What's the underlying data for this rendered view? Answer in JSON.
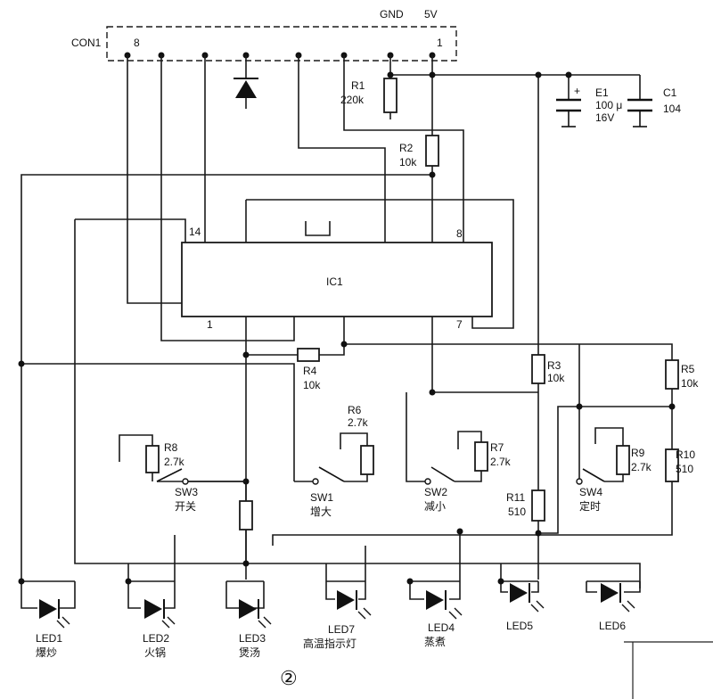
{
  "connector": {
    "name": "CON1",
    "gnd": "GND",
    "vcc": "5V",
    "pin_first": "8",
    "pin_last": "1"
  },
  "ic": {
    "name": "IC1",
    "pin14": "14",
    "pin8": "8",
    "pin1": "1",
    "pin7": "7"
  },
  "capacitors": {
    "e1": {
      "name": "E1",
      "value": "100 μ",
      "voltage": "16V",
      "polarity": "+"
    },
    "c1": {
      "name": "C1",
      "value": "104"
    }
  },
  "resistors": {
    "r1": {
      "name": "R1",
      "value": "220k"
    },
    "r2": {
      "name": "R2",
      "value": "10k"
    },
    "r3": {
      "name": "R3",
      "value": "10k"
    },
    "r4": {
      "name": "R4",
      "value": "10k"
    },
    "r5": {
      "name": "R5",
      "value": "10k"
    },
    "r6": {
      "name": "R6",
      "value": "2.7k"
    },
    "r7": {
      "name": "R7",
      "value": "2.7k"
    },
    "r8": {
      "name": "R8",
      "value": "2.7k"
    },
    "r9": {
      "name": "R9",
      "value": "2.7k"
    },
    "r10": {
      "name": "R10",
      "value": "510"
    },
    "r11": {
      "name": "R11",
      "value": "510"
    }
  },
  "switches": {
    "sw1": {
      "name": "SW1",
      "label": "增大"
    },
    "sw2": {
      "name": "SW2",
      "label": "减小"
    },
    "sw3": {
      "name": "SW3",
      "label": "开关"
    },
    "sw4": {
      "name": "SW4",
      "label": "定时"
    }
  },
  "leds": {
    "led1": {
      "name": "LED1",
      "label": "爆炒"
    },
    "led2": {
      "name": "LED2",
      "label": "火锅"
    },
    "led3": {
      "name": "LED3",
      "label": "煲汤"
    },
    "led7": {
      "name": "LED7",
      "label": "高温指示灯"
    },
    "led4": {
      "name": "LED4",
      "label": "蒸煮"
    },
    "led5": {
      "name": "LED5",
      "label": ""
    },
    "led6": {
      "name": "LED6",
      "label": ""
    }
  },
  "figure_number": "②"
}
